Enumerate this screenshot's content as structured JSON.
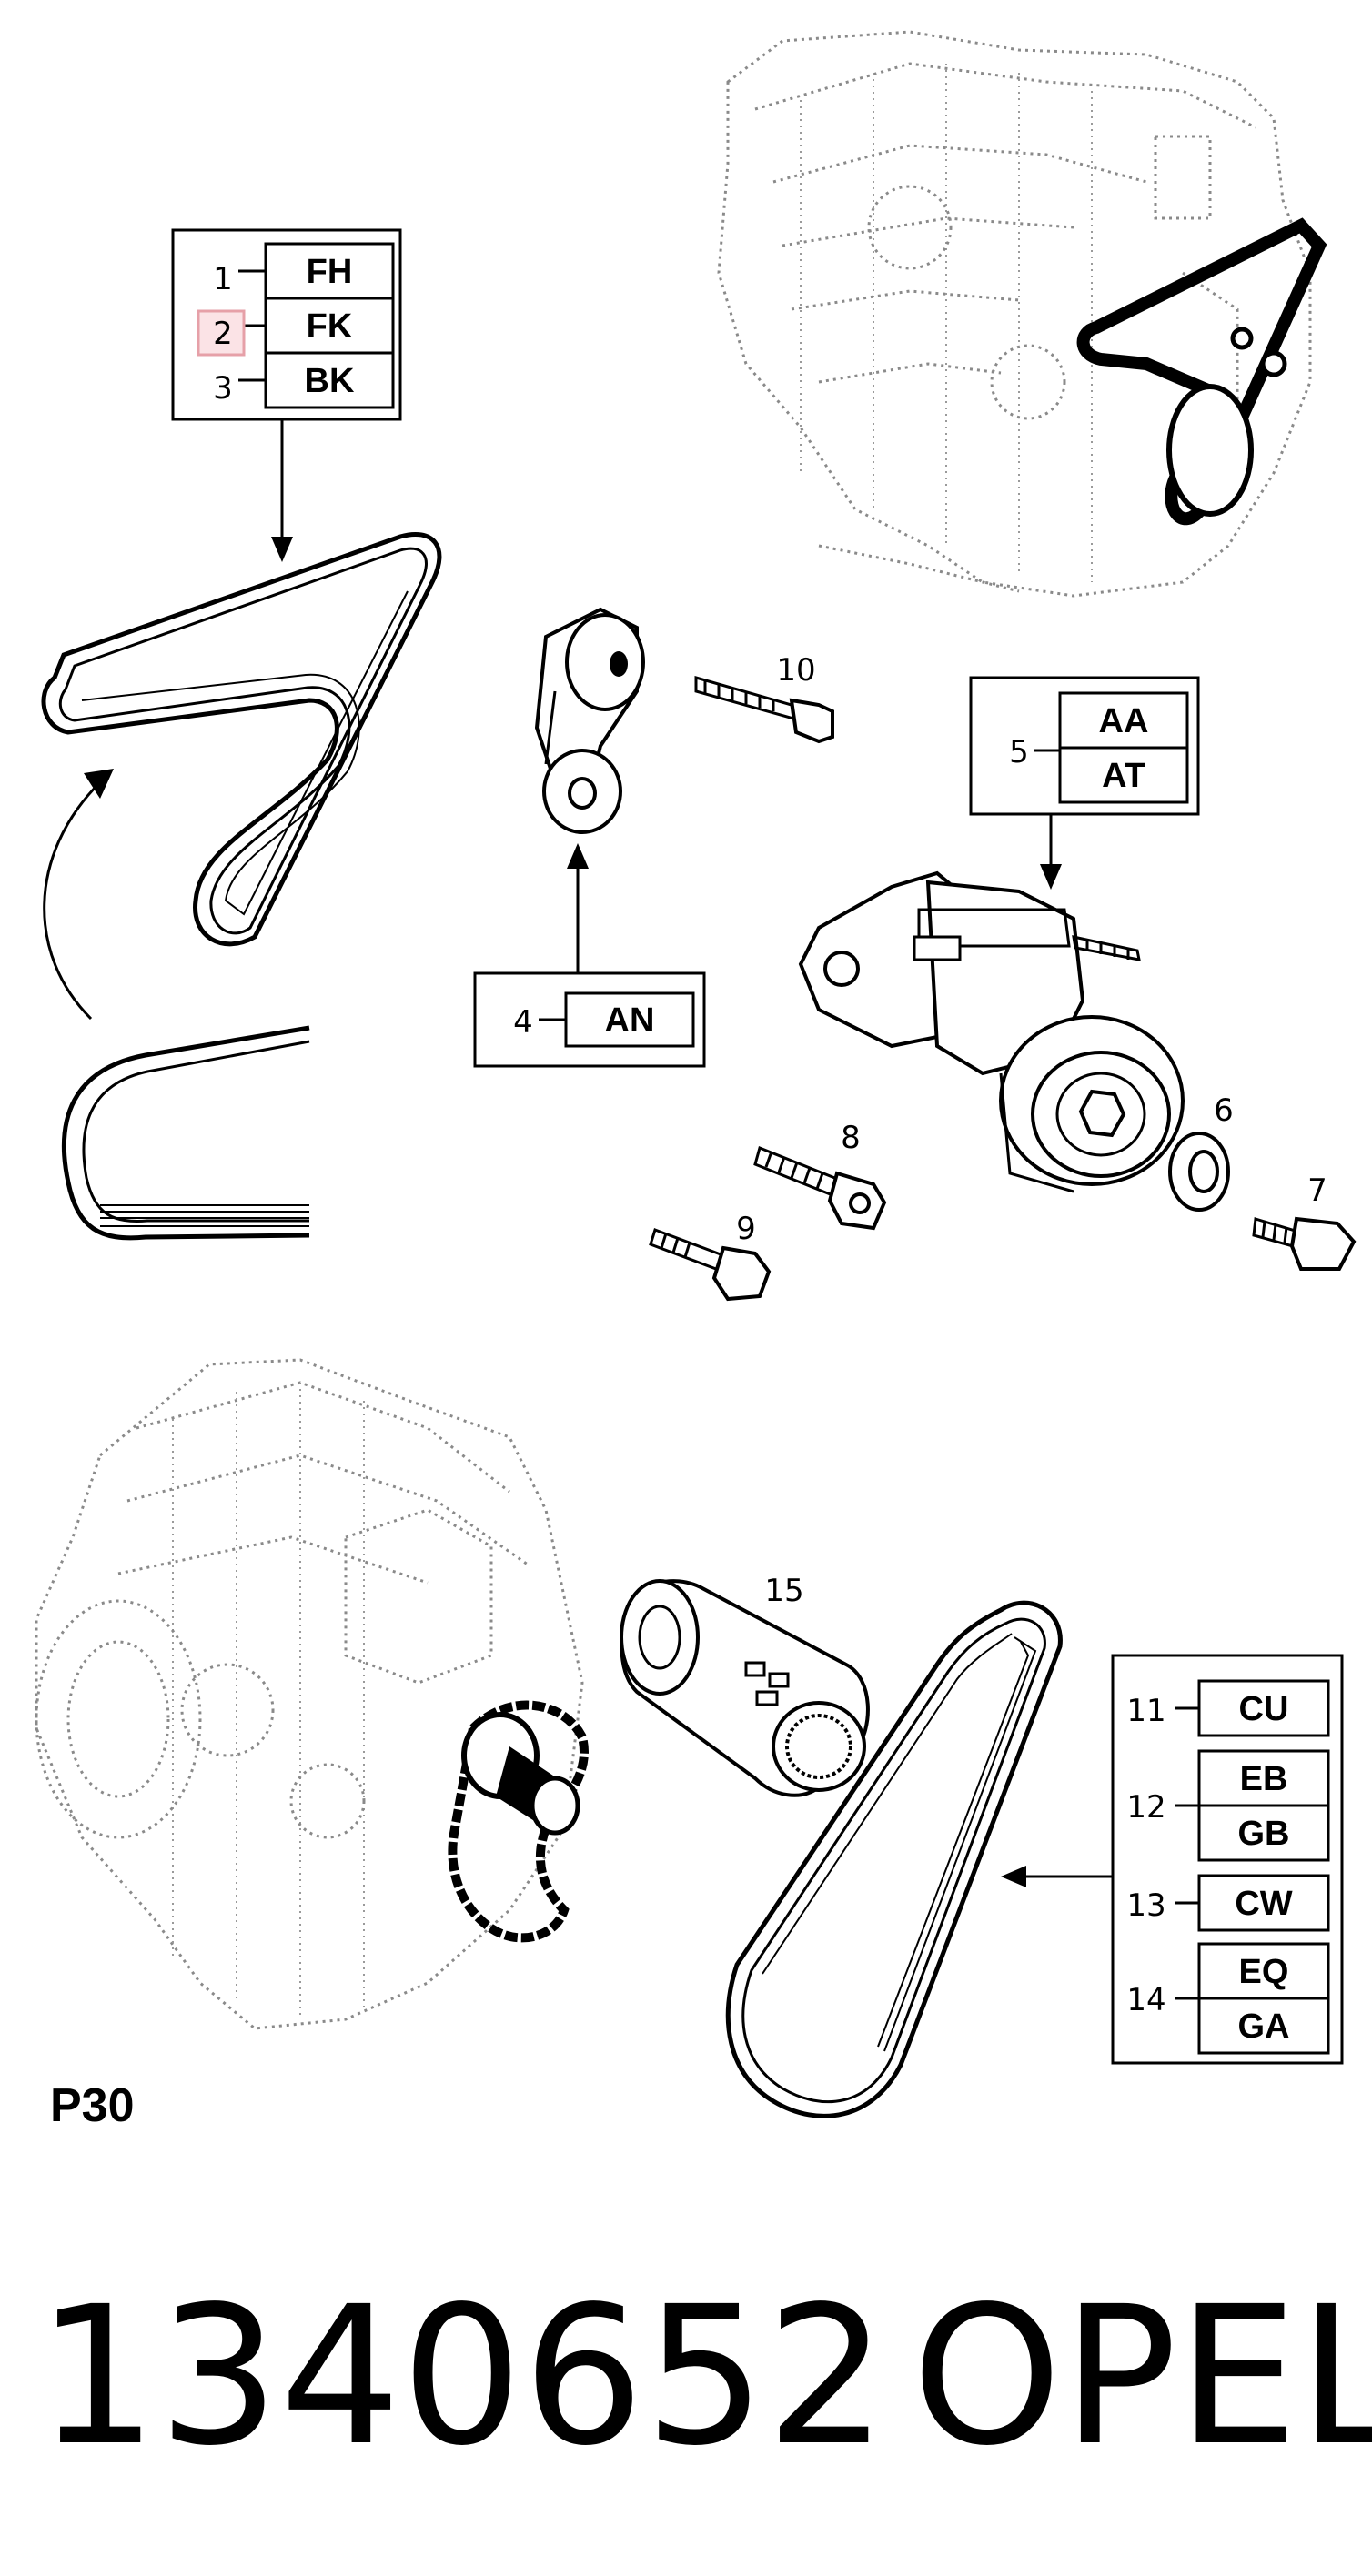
{
  "callouts": {
    "group_top_left": [
      {
        "num": "1",
        "code": "FH"
      },
      {
        "num": "2",
        "code": "FK"
      },
      {
        "num": "3",
        "code": "BK"
      }
    ],
    "group_tensioner": [
      {
        "num": "5",
        "codes": [
          "AA",
          "AT"
        ]
      }
    ],
    "group_pulley": [
      {
        "num": "4",
        "code": "AN"
      }
    ],
    "group_belt_right": [
      {
        "num": "11",
        "codes": [
          "CU"
        ]
      },
      {
        "num": "12",
        "codes": [
          "EB",
          "GB"
        ]
      },
      {
        "num": "13",
        "codes": [
          "CW"
        ]
      },
      {
        "num": "14",
        "codes": [
          "EQ",
          "GA"
        ]
      }
    ]
  },
  "part_numbers": {
    "p6": "6",
    "p7": "7",
    "p8": "8",
    "p9": "9",
    "p10": "10",
    "p15": "15"
  },
  "page_code": "P30",
  "footer": {
    "part_number": "1340652",
    "brand": "OPEL"
  },
  "colors": {
    "ink": "#000000",
    "ghost_engine": "#8a8a8a",
    "highlight_box": "#e6a0a8",
    "highlight_fill": "#fbe3e6"
  }
}
